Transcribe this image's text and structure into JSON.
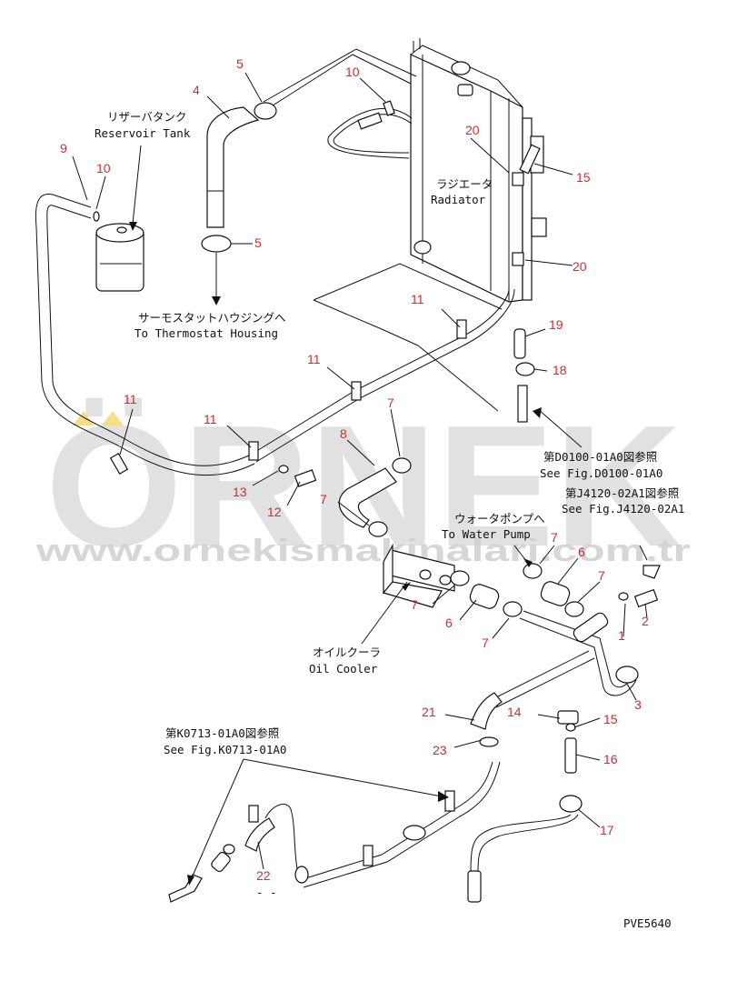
{
  "watermark": {
    "brand": "ÖRNEK",
    "url": "www.ornekismakinalari.com.tr",
    "accent_color": "#f5c518"
  },
  "labels": {
    "reservoir_ja": "リザーバタンク",
    "reservoir_en": "Reservoir Tank",
    "radiator_ja": "ラジエータ",
    "radiator_en": "Radiator",
    "thermostat_ja": "サーモスタットハウジングへ",
    "thermostat_en": "To Thermostat Housing",
    "waterpump_ja": "ウォータポンプへ",
    "waterpump_en": "To Water Pump",
    "oilcooler_ja": "オイルクーラ",
    "oilcooler_en": "Oil Cooler",
    "ref1_ja": "第D0100-01A0図参照",
    "ref1_en": "See Fig.D0100-01A0",
    "ref2_ja": "第J4120-02A1図参照",
    "ref2_en": "See Fig.J4120-02A1",
    "ref3_ja": "第K0713-01A0図参照",
    "ref3_en": "See Fig.K0713-01A0",
    "dash": "- -",
    "figure_code": "PVE5640"
  },
  "callouts": {
    "c1": "1",
    "c2": "2",
    "c3": "3",
    "c4": "4",
    "c5a": "5",
    "c5b": "5",
    "c6a": "6",
    "c6b": "6",
    "c7a": "7",
    "c7b": "7",
    "c7c": "7",
    "c7d": "7",
    "c7e": "7",
    "c7f": "7",
    "c8": "8",
    "c9": "9",
    "c10a": "10",
    "c10b": "10",
    "c11a": "11",
    "c11b": "11",
    "c11c": "11",
    "c11d": "11",
    "c12": "12",
    "c13": "13",
    "c14": "14",
    "c15a": "15",
    "c15b": "15",
    "c16": "16",
    "c17": "17",
    "c18": "18",
    "c19": "19",
    "c20a": "20",
    "c20b": "20",
    "c21": "21",
    "c22": "22",
    "c23": "23"
  }
}
